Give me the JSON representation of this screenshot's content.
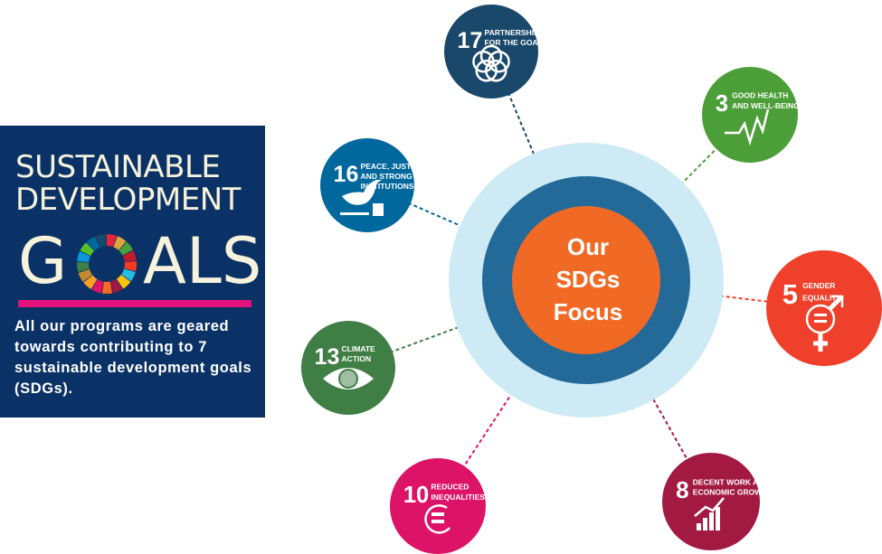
{
  "panel": {
    "title_line1": "SUSTAINABLE",
    "title_line2": "DEVELOPMENT",
    "title_line3_g": "G",
    "title_line3_rest": "ALS",
    "description": "All our programs are geared towards contributing to 7 sustainable development goals (SDGs)."
  },
  "center": {
    "line1": "Our",
    "line2": "SDGs",
    "line3": "Focus"
  },
  "goals": [
    {
      "number": "17",
      "label1": "PARTNERSHIPS",
      "label2": "FOR THE GOALS",
      "label3": "",
      "color": "#19486a",
      "icon": "partnership-rings-icon"
    },
    {
      "number": "3",
      "label1": "GOOD HEALTH",
      "label2": "AND WELL-BEING",
      "label3": "",
      "color": "#4c9f38",
      "icon": "heartbeat-icon"
    },
    {
      "number": "16",
      "label1": "PEACE, JUSTICE",
      "label2": "AND STRONG",
      "label3": "INSTITUTIONS",
      "color": "#00689d",
      "icon": "dove-gavel-icon"
    },
    {
      "number": "5",
      "label1": "GENDER",
      "label2": "EQUALITY",
      "label3": "",
      "color": "#ef402b",
      "icon": "gender-equality-icon"
    },
    {
      "number": "13",
      "label1": "CLIMATE",
      "label2": "ACTION",
      "label3": "",
      "color": "#3f7e44",
      "icon": "eye-globe-icon"
    },
    {
      "number": "10",
      "label1": "REDUCED",
      "label2": "INEQUALITIES",
      "label3": "",
      "color": "#dd1367",
      "icon": "equal-circle-icon"
    },
    {
      "number": "8",
      "label1": "DECENT WORK AND",
      "label2": "ECONOMIC GROWTH",
      "label3": "",
      "color": "#a21942",
      "icon": "growth-chart-icon"
    }
  ]
}
